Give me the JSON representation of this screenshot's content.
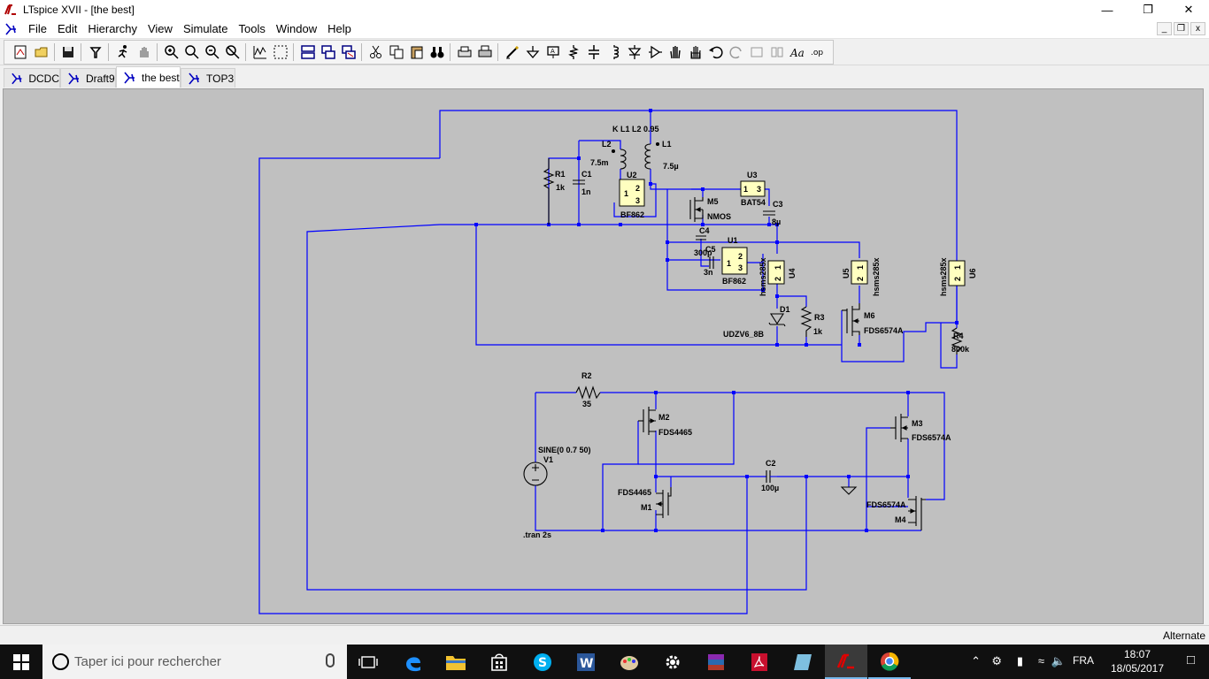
{
  "window": {
    "title": "LTspice XVII - [the best]"
  },
  "menu": {
    "items": [
      "File",
      "Edit",
      "Hierarchy",
      "View",
      "Simulate",
      "Tools",
      "Window",
      "Help"
    ]
  },
  "tabs": [
    {
      "label": "DCDC",
      "active": false
    },
    {
      "label": "Draft9",
      "active": false
    },
    {
      "label": "the best",
      "active": true
    },
    {
      "label": "TOP3",
      "active": false
    }
  ],
  "schematic": {
    "labels": {
      "coupling": "K L1 L2 0.95",
      "l2": "L2",
      "l2_val": "7.5m",
      "l1": "L1",
      "l1_val": "7.5µ",
      "r1": "R1",
      "r1_val": "1k",
      "c1": "C1",
      "c1_val": "1n",
      "u2": "U2",
      "u2_p1": "1",
      "u2_p2": "2",
      "u2_p3": "3",
      "u2_part": "BF862",
      "m5": "M5",
      "m5_part": "NMOS",
      "u3": "U3",
      "u3_p1": "1",
      "u3_p3": "3",
      "u3_part": "BAT54",
      "c3": "C3",
      "c3_val": "8µ",
      "c4": "C4",
      "c4_val": "300p",
      "c5": "C5",
      "c5_val": "3n",
      "u1": "U1",
      "u1_p1": "1",
      "u1_p2": "2",
      "u1_p3": "3",
      "u1_part": "BF862",
      "u4": "U4",
      "u4_p1": "1",
      "u4_p2": "2",
      "u4_part": "hsms285x",
      "u5": "U5",
      "u5_p1": "1",
      "u5_p2": "2",
      "u5_part": "hsms285x",
      "u6": "U6",
      "u6_p1": "1",
      "u6_p2": "2",
      "u6_part": "hsms285x",
      "d1": "D1",
      "d1_part": "UDZV6_8B",
      "r3": "R3",
      "r3_val": "1k",
      "m6": "M6",
      "m6_part": "FDS6574A",
      "r4": "R4",
      "r4_val": "800k",
      "r2": "R2",
      "r2_val": "35",
      "m2": "M2",
      "m2_part": "FDS4465",
      "m3": "M3",
      "m3_part": "FDS6574A",
      "v1_source": "SINE(0 0.7 50)",
      "v1": "V1",
      "c2": "C2",
      "c2_val": "100µ",
      "m1_part": "FDS4465",
      "m1": "M1",
      "m4_part": "FDS6574A",
      "m4": "M4",
      "directive": ".tran 2s"
    }
  },
  "status": {
    "mode": "Alternate"
  },
  "taskbar": {
    "search_placeholder": "Taper ici pour rechercher",
    "language": "FRA",
    "time": "18:07",
    "date": "18/05/2017"
  },
  "colors": {
    "wire": "#0000ff",
    "component": "#000000",
    "canvas_bg": "#c0c0c0",
    "symbol_fill": "#ffffc0",
    "taskbar_bg": "#101010"
  }
}
